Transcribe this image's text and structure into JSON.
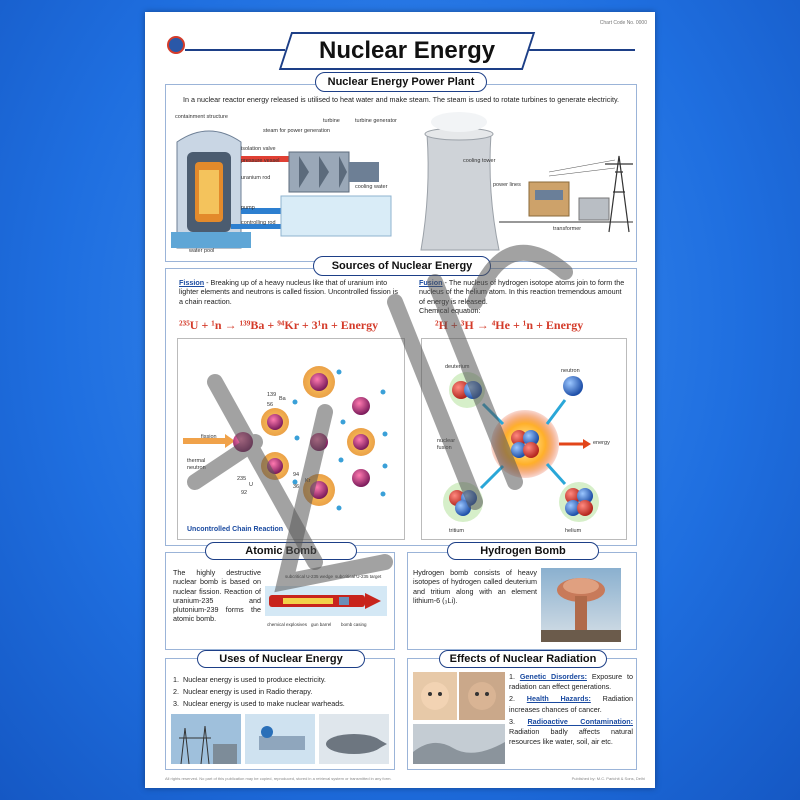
{
  "poster": {
    "title": "Nuclear Energy",
    "catalog_no": "Chart Code No. 0000"
  },
  "power_plant": {
    "heading": "Nuclear Energy Power Plant",
    "description": "In a nuclear reactor energy released is utilised to heat water and make steam. The steam is used to rotate turbines to generate electricity.",
    "labels": {
      "containment": "containment structure",
      "steam": "steam for power generation",
      "isolation_valve": "isolation valve",
      "pressure_vessel": "pressure vessel",
      "uranium_rod": "uranium rod",
      "pump": "pump",
      "controlling_rod": "controlling rod",
      "water_pool": "water pool",
      "turbine": "turbine",
      "turbine_generator": "turbine generator",
      "cooling_water": "cooling water",
      "cooling_tower": "cooling tower",
      "power_lines": "power lines",
      "transformer": "transformer"
    }
  },
  "sources": {
    "heading": "Sources of Nuclear Energy",
    "fission_term": "Fission",
    "fission_text": " - Breaking up of a heavy nucleus like that of uranium into lighter elements and neutrons is called fission. Uncontrolled fission is a chain reaction.",
    "fusion_term": "Fusion",
    "fusion_text": " - The nucleus of hydrogen isotope atoms join to form the nucleus of the helium atom. In this reaction tremendous amount of energy is released.",
    "fusion_eq_label": "Chemical equation:",
    "fission_equation": "²³⁵U + ¹n → ¹³⁹Ba + ⁹⁴Kr + 3¹n + Energy",
    "fusion_equation": "²H + ³H → ⁴He + ¹n + Energy",
    "fission_labels": {
      "ba_mass": "139",
      "ba_symbol": "Ba",
      "ba_num": "56",
      "fission": "fission",
      "thermal": "thermal",
      "neutron": "neutron",
      "u_mass": "235",
      "u_symbol": "U",
      "u_num": "92",
      "kr_mass": "94",
      "kr_symbol": "Kr",
      "kr_num": "36",
      "caption": "Uncontrolled Chain Reaction"
    },
    "fusion_labels": {
      "deuterium": "deuterium",
      "neutron": "neutron",
      "nuclear": "nuclear",
      "fusion": "fusion",
      "energy": "energy",
      "tritium": "tritium",
      "helium": "helium"
    }
  },
  "atomic_bomb": {
    "heading": "Atomic Bomb",
    "text": "The highly destructive nuclear bomb is based on nuclear fission. Reaction of uranium-235 and plutonium-239 forms the atomic bomb.",
    "labels": {
      "wedge": "subcritical U-235 wedge",
      "target": "subcritical U-235 target",
      "explosives": "chemical explosives",
      "barrel": "gun barrel",
      "casing": "bomb casing"
    }
  },
  "hydrogen_bomb": {
    "heading": "Hydrogen Bomb",
    "text": "Hydrogen bomb consists of heavy isotopes of hydrogen called deuterium and tritium along with an element lithium-6 (₃Li)."
  },
  "uses": {
    "heading": "Uses of Nuclear Energy",
    "items": [
      "Nuclear energy is used to produce electricity.",
      "Nuclear energy is used in Radio therapy.",
      "Nuclear energy is used to make nuclear warheads."
    ]
  },
  "effects": {
    "heading": "Effects of Nuclear Radiation",
    "items": [
      {
        "num": "1.",
        "title": "Genetic Disorders:",
        "text": " Exposure to radiation can effect generations."
      },
      {
        "num": "2.",
        "title": "Health Hazards:",
        "text": " Radiation increases chances of cancer."
      },
      {
        "num": "3.",
        "title": "Radioactive Contamination:",
        "text": " Radiation badly affects natural resources like water, soil, air etc."
      }
    ]
  },
  "footer": {
    "left": "All rights reserved. No part of this publication may be copied, reproduced, stored in a retrieval system or transmitted in any form.",
    "right": "Published by: M.C. Parichit & Sons, Delhi"
  },
  "colors": {
    "background": "#1f6fe0",
    "heading_border": "#1d3f87",
    "equation": "#d43b2a",
    "term": "#1a4aa0"
  }
}
